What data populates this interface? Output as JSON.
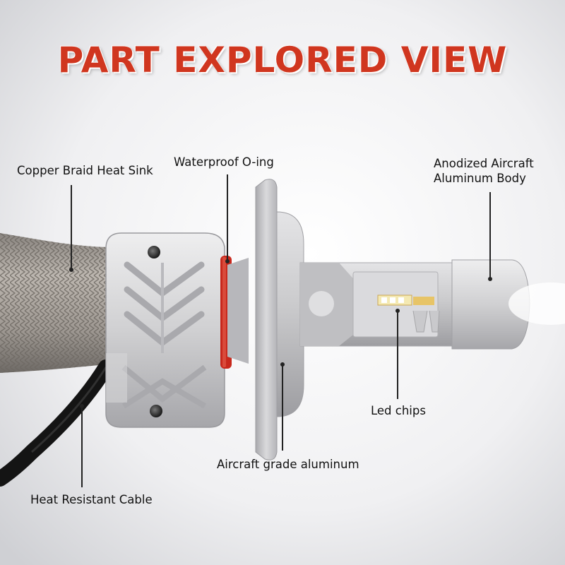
{
  "title": "PART EXPLORED VIEW",
  "labels": {
    "copper": "Copper Braid Heat Sink",
    "oring": "Waterproof O-ing",
    "anodized_line1": "Anodized Aircraft",
    "anodized_line2": "Aluminum Body",
    "led": "Led chips",
    "aluminum": "Aircraft grade aluminum",
    "cable": "Heat Resistant Cable"
  },
  "colors": {
    "title": "#d0361f",
    "oring": "#c8281c",
    "body": "#c9c9cb",
    "leader": "#222222"
  }
}
